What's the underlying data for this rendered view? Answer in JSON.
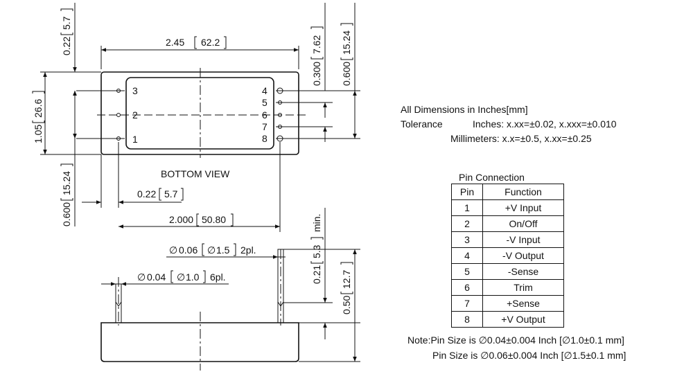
{
  "top_view": {
    "width_in": "2.45",
    "width_mm": "62.2",
    "top_gap_in": "0.22",
    "top_gap_mm": "5.7",
    "height_in": "1.05",
    "height_mm": "26.6",
    "pin_row_in": "0.300",
    "pin_row_mm": "7.62",
    "pin_span_in": "0.600",
    "pin_span_mm": "15.24",
    "left_span_in": "0.600",
    "left_span_mm": "15.24",
    "edge_in": "0.22",
    "edge_mm": "5.7",
    "pitch_in": "2.000",
    "pitch_mm": "50.80",
    "view_label": "BOTTOM VIEW",
    "left_pins": [
      "3",
      "2",
      "1"
    ],
    "right_pins": [
      "4",
      "5",
      "6",
      "7",
      "8"
    ]
  },
  "side_view": {
    "big_pin_dia_in": "0.06",
    "big_pin_dia_mm": "1.5",
    "big_pin_qty": "2pl.",
    "small_pin_dia_in": "0.04",
    "small_pin_dia_mm": "1.0",
    "small_pin_qty": "6pl.",
    "pin_len_in": "0.21",
    "pin_len_mm": "5.3",
    "pin_len_note": "min.",
    "total_h_in": "0.50",
    "total_h_mm": "12.7"
  },
  "notes": {
    "line1": "All Dimensions in Inches[mm]",
    "line2_label": "Tolerance",
    "line2_value": "Inches: x.xx=±0.02, x.xxx=±0.010",
    "line3_value": "Millimeters: x.x=±0.5, x.xx=±0.25"
  },
  "pin_table": {
    "title": "Pin Connection",
    "headers": [
      "Pin",
      "Function"
    ],
    "rows": [
      [
        "1",
        "+V Input"
      ],
      [
        "2",
        "On/Off"
      ],
      [
        "3",
        "-V Input"
      ],
      [
        "4",
        "-V Output"
      ],
      [
        "5",
        "-Sense"
      ],
      [
        "6",
        "Trim"
      ],
      [
        "7",
        "+Sense"
      ],
      [
        "8",
        "+V Output"
      ]
    ]
  },
  "pin_note": {
    "line1": "Note:Pin Size is ∅0.04±0.004 Inch [∅1.0±0.1 mm]",
    "line2": "Pin Size is ∅0.06±0.004 Inch [∅1.5±0.1 mm]"
  }
}
